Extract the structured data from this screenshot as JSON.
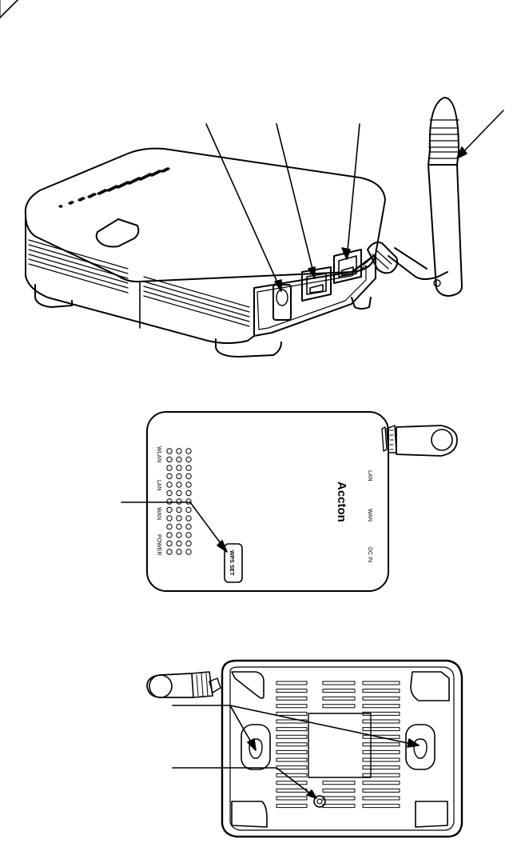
{
  "diagram": {
    "top_view": {
      "labels": {
        "brand": "Accton",
        "left_leds": [
          "WLAN",
          "LAN",
          "WAN",
          "POWER"
        ],
        "right_ports": [
          "LAN",
          "WAN",
          "DC IN"
        ],
        "button": "WPS SET"
      }
    }
  }
}
